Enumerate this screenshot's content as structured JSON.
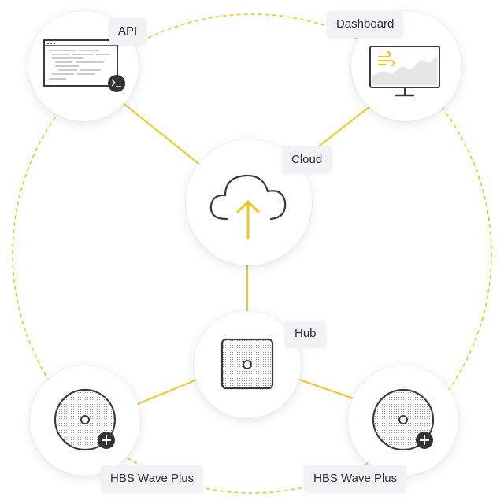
{
  "colors": {
    "accent": "#f6c21b",
    "icon_stroke": "#3a3a3a",
    "label_bg": "#f1f2f3",
    "badge_fill": "#333333"
  },
  "nodes": {
    "api": {
      "label": "API",
      "icon": "terminal-window-icon"
    },
    "dashboard": {
      "label": "Dashboard",
      "icon": "monitor-chart-icon"
    },
    "cloud": {
      "label": "Cloud",
      "icon": "cloud-upload-icon"
    },
    "hub": {
      "label": "Hub",
      "icon": "hub-device-icon"
    },
    "sensor_left": {
      "label": "HBS Wave Plus",
      "icon": "round-sensor-icon"
    },
    "sensor_right": {
      "label": "HBS Wave Plus",
      "icon": "round-sensor-icon"
    }
  },
  "connections": [
    [
      "api",
      "cloud"
    ],
    [
      "dashboard",
      "cloud"
    ],
    [
      "cloud",
      "hub"
    ],
    [
      "hub",
      "sensor_left"
    ],
    [
      "hub",
      "sensor_right"
    ]
  ]
}
